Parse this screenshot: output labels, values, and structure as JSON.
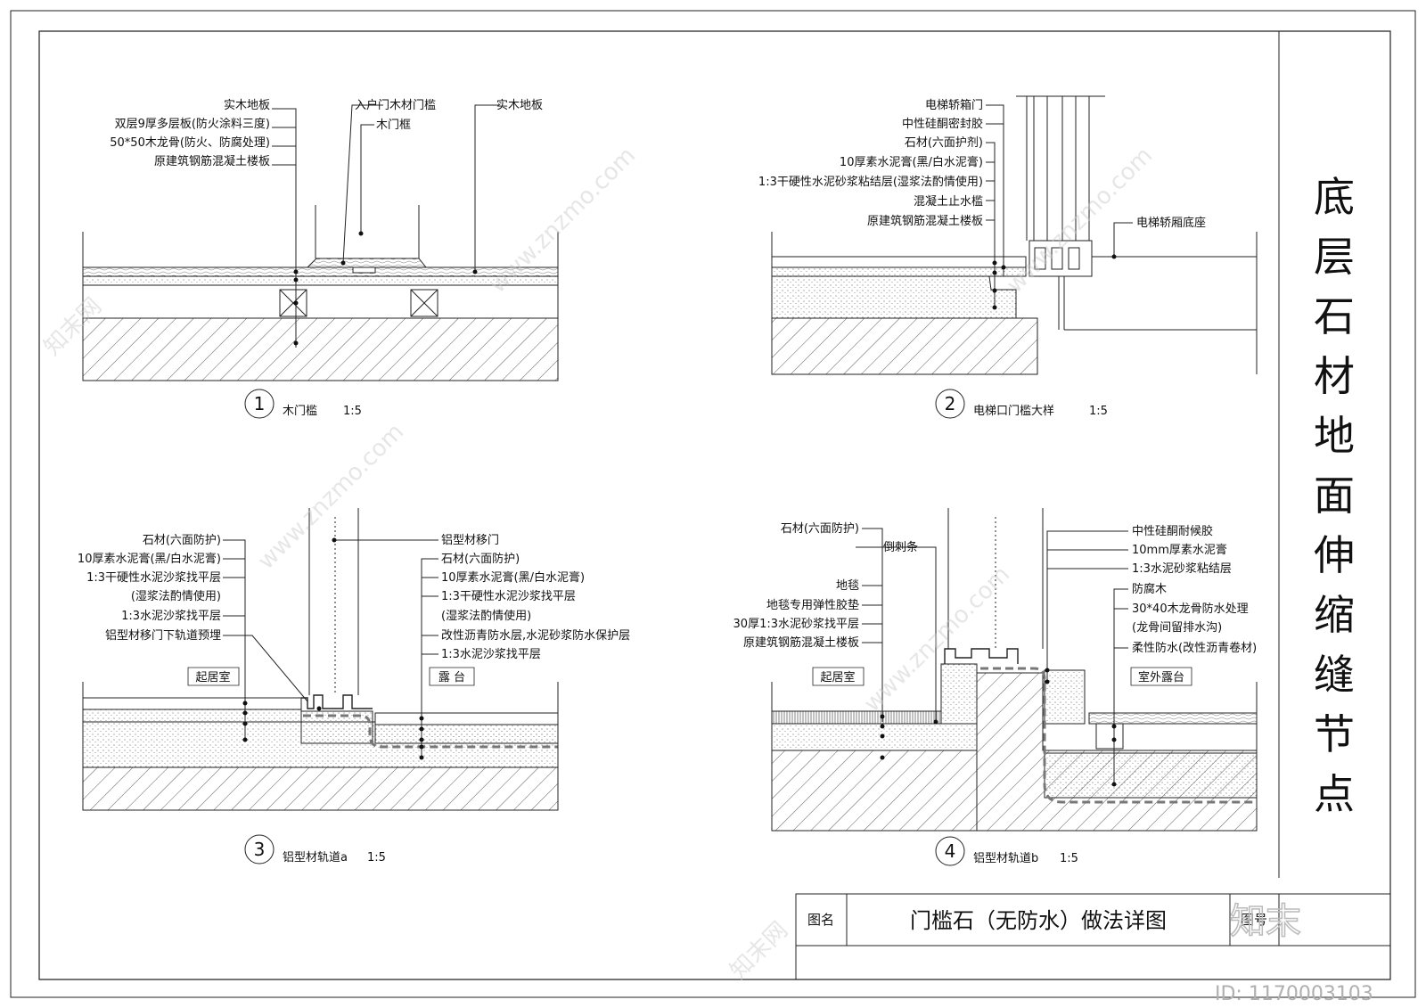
{
  "title": "底层石材地面伸缩缝节点",
  "detail1": {
    "number": "1",
    "caption": "木门槛",
    "scale": "1:5",
    "labels_left": [
      "实木地板",
      "双层9厚多层板(防火涂料三度)",
      "50*50木龙骨(防火、防腐处理)",
      "原建筑钢筋混凝土楼板"
    ],
    "label_top1": "入户门木材门槛",
    "label_top2": "木门框",
    "label_right": "实木地板"
  },
  "detail2": {
    "number": "2",
    "caption": "电梯口门槛大样",
    "scale": "1:5",
    "labels_left": [
      "电梯轿箱门",
      "中性硅酮密封胶",
      "石材(六面护剂)",
      "10厚素水泥膏(黑/白水泥膏)",
      "1:3干硬性水泥砂浆粘结层(湿浆法酌情使用)",
      "混凝土止水槛",
      "原建筑钢筋混凝土楼板"
    ],
    "label_right": "电梯轿厢底座"
  },
  "detail3": {
    "number": "3",
    "caption": "铝型材轨道a",
    "scale": "1:5",
    "labels_left": [
      "石材(六面防护)",
      "10厚素水泥膏(黑/白水泥膏)",
      "1:3干硬性水泥沙浆找平层",
      "(湿浆法酌情使用)",
      "1:3水泥沙浆找平层",
      "铝型材移门下轨道预埋"
    ],
    "labels_right": [
      "铝型材移门",
      "石材(六面防护)",
      "10厚素水泥膏(黑/白水泥膏)",
      "1:3干硬性水泥沙浆找平层",
      "(湿浆法酌情使用)",
      "改性沥青防水层,水泥砂浆防水保护层",
      "1:3水泥沙浆找平层"
    ],
    "room_left": "起居室",
    "room_right": "露  台"
  },
  "detail4": {
    "number": "4",
    "caption": "铝型材轨道b",
    "scale": "1:5",
    "labels_left": [
      "石材(六面防护)",
      "倒刺条",
      "地毯",
      "地毯专用弹性胶垫",
      "30厚1:3水泥砂浆找平层",
      "原建筑钢筋混凝土楼板"
    ],
    "labels_right": [
      "中性硅酮耐候胶",
      "10mm厚素水泥膏",
      "1:3水泥砂浆粘结层",
      "防腐木",
      "30*40木龙骨防水处理",
      "(龙骨间留排水沟)",
      "柔性防水(改性沥青卷材)"
    ],
    "room_left": "起居室",
    "room_right": "室外露台"
  },
  "titleblock": {
    "name_label": "图名",
    "name_value": "门槛石（无防水）做法详图",
    "no_label": "图号"
  },
  "watermark": {
    "site": "www.znzmo.com",
    "brand": "知末网",
    "logo": "知末",
    "id": "ID: 1170003103"
  }
}
